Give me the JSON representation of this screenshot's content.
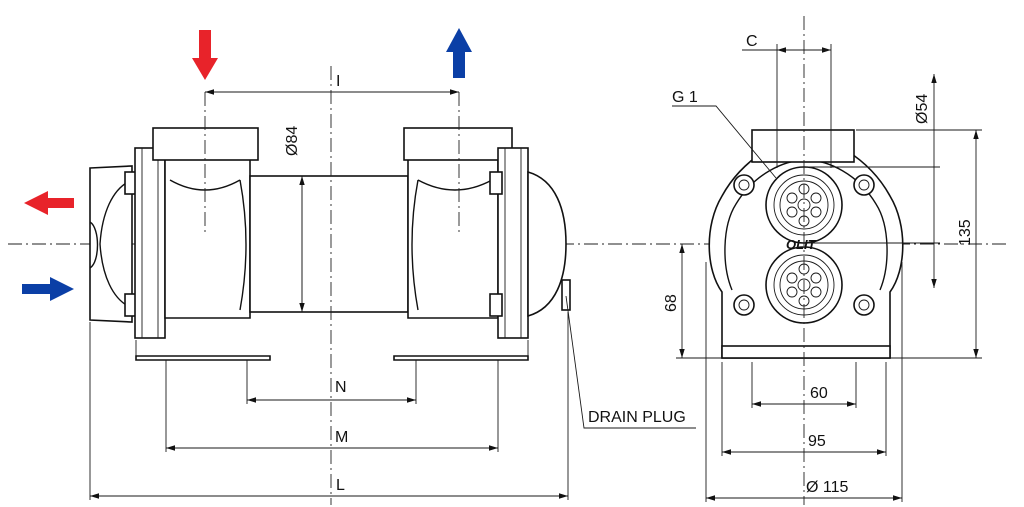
{
  "drawing": {
    "labels": {
      "I": "I",
      "d84": "Ø84",
      "N": "N",
      "M": "M",
      "L": "L",
      "drain_plug": "DRAIN PLUG",
      "C": "C",
      "G1": "G 1",
      "d54": "Ø54",
      "d135": "135",
      "d68": "68",
      "d60": "60",
      "d95": "95",
      "d115": "Ø 115",
      "logo": "OLIT"
    },
    "colors": {
      "hot_arrow": "#e8232a",
      "cold_arrow": "#0b3fa6",
      "line": "#111111"
    },
    "flow_arrows": [
      {
        "name": "hot-inlet-arrow",
        "direction": "down",
        "color": "hot"
      },
      {
        "name": "cold-outlet-arrow",
        "direction": "up",
        "color": "cold"
      },
      {
        "name": "hot-outlet-arrow",
        "direction": "left",
        "color": "hot"
      },
      {
        "name": "cold-inlet-arrow",
        "direction": "right",
        "color": "cold"
      }
    ]
  }
}
